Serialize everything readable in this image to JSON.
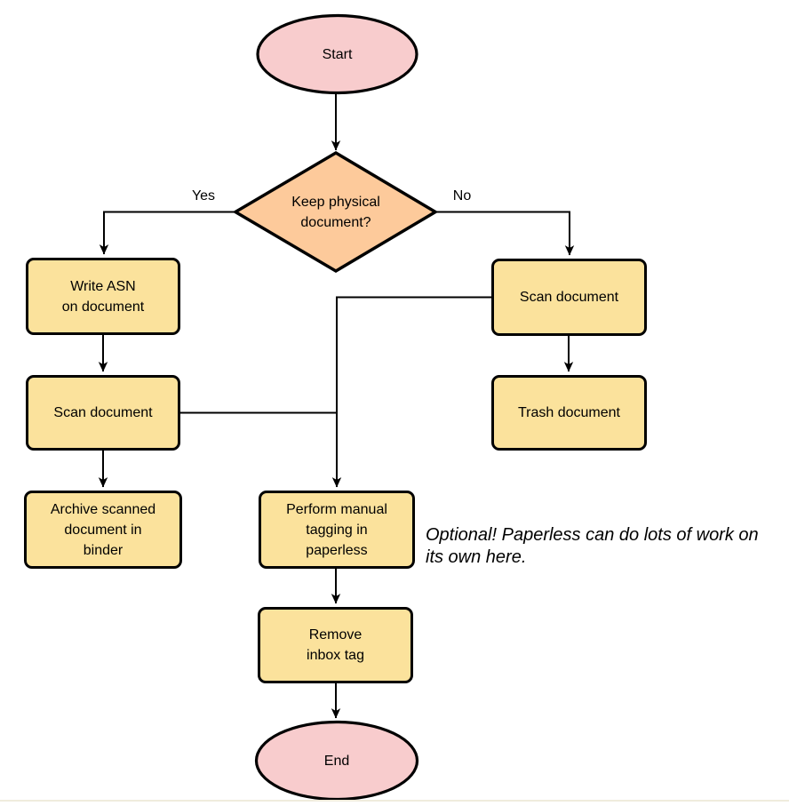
{
  "diagram": {
    "colors": {
      "terminal_fill": "#f8cccd",
      "decision_fill": "#fdca9b",
      "process_fill": "#fbe29c",
      "stroke": "#000000",
      "background": "#ffffff",
      "footer_line": "#f0ecdd"
    },
    "nodes": {
      "start": {
        "label": "Start"
      },
      "decision": {
        "label": [
          "Keep physical",
          "document?"
        ]
      },
      "write_asn": {
        "label": [
          "Write ASN",
          "on document"
        ]
      },
      "scan_left": {
        "label": "Scan document"
      },
      "archive": {
        "label": [
          "Archive scanned",
          "document in",
          "binder"
        ]
      },
      "scan_right": {
        "label": "Scan document"
      },
      "trash": {
        "label": "Trash document"
      },
      "perform_tagging": {
        "label": [
          "Perform manual",
          "tagging in",
          "paperless"
        ]
      },
      "remove_inbox": {
        "label": [
          "Remove",
          "inbox tag"
        ]
      },
      "end": {
        "label": "End"
      }
    },
    "edge_labels": {
      "yes": "Yes",
      "no": "No"
    },
    "annotation": [
      "Optional! Paperless can do lots of work on",
      "its own here."
    ]
  }
}
